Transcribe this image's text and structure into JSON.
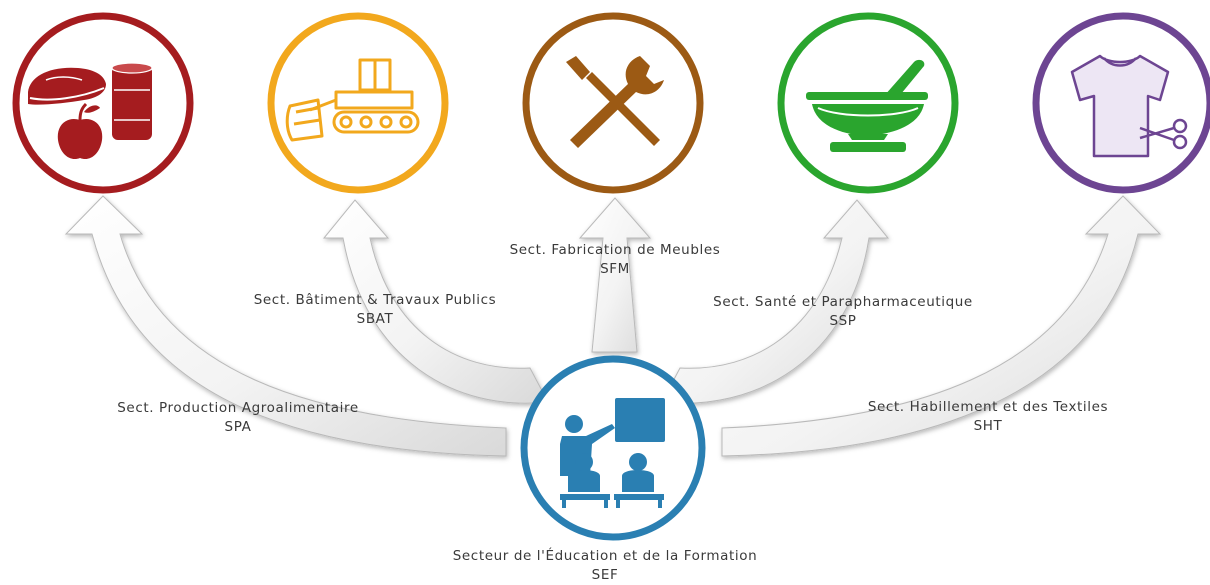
{
  "center": {
    "name": "Secteur de l'Éducation et de la Formation",
    "code": "SEF",
    "color": "#2a7fb2",
    "icon": "teacher-classroom-icon"
  },
  "sectors": [
    {
      "id": "spa",
      "name": "Sect. Production Agroalimentaire",
      "code": "SPA",
      "color": "#a51c1f",
      "icon": "food-products-icon"
    },
    {
      "id": "sbat",
      "name": "Sect. Bâtiment & Travaux Publics",
      "code": "SBAT",
      "color": "#f2a81d",
      "icon": "bulldozer-icon"
    },
    {
      "id": "sfm",
      "name": "Sect. Fabrication de Meubles",
      "code": "SFM",
      "color": "#9c5a14",
      "icon": "tools-icon"
    },
    {
      "id": "ssp",
      "name": "Sect. Santé et Parapharmaceutique",
      "code": "SSP",
      "color": "#2aa52e",
      "icon": "mortar-pestle-icon"
    },
    {
      "id": "sht",
      "name": "Sect. Habillement et des Textiles",
      "code": "SHT",
      "color": "#6d4592",
      "icon": "tshirt-scissors-icon"
    }
  ]
}
